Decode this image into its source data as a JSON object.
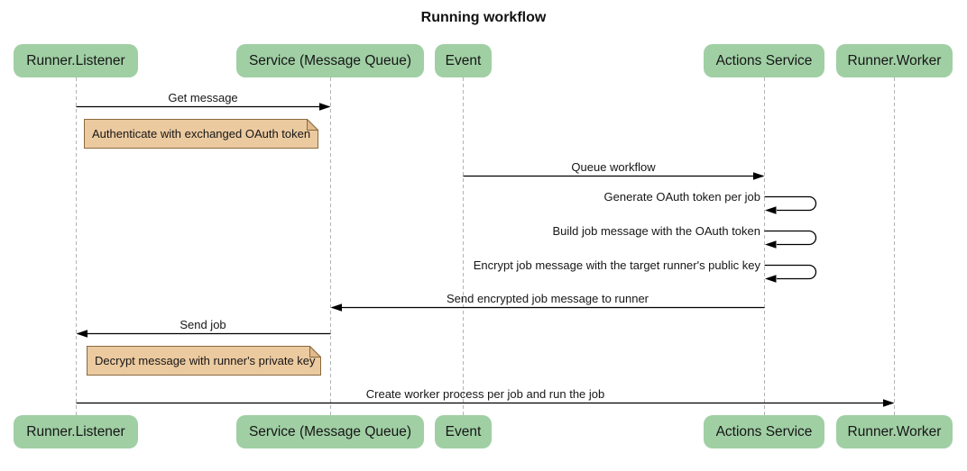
{
  "title": "Running workflow",
  "participants": [
    {
      "id": "runner-listener",
      "label": "Runner.Listener"
    },
    {
      "id": "service-message-queue",
      "label": "Service (Message Queue)"
    },
    {
      "id": "event",
      "label": "Event"
    },
    {
      "id": "actions-service",
      "label": "Actions Service"
    },
    {
      "id": "runner-worker",
      "label": "Runner.Worker"
    }
  ],
  "messages": [
    {
      "from": "Runner.Listener",
      "to": "Service (Message Queue)",
      "label": "Get message",
      "self": false
    },
    {
      "from": "Event",
      "to": "Actions Service",
      "label": "Queue workflow",
      "self": false
    },
    {
      "from": "Actions Service",
      "to": "Actions Service",
      "label": "Generate OAuth token per job",
      "self": true
    },
    {
      "from": "Actions Service",
      "to": "Actions Service",
      "label": "Build job message with the OAuth token",
      "self": true
    },
    {
      "from": "Actions Service",
      "to": "Actions Service",
      "label": "Encrypt job message with the target runner's public key",
      "self": true
    },
    {
      "from": "Actions Service",
      "to": "Service (Message Queue)",
      "label": "Send encrypted job message to runner",
      "self": false
    },
    {
      "from": "Service (Message Queue)",
      "to": "Runner.Listener",
      "label": "Send job",
      "self": false
    },
    {
      "from": "Runner.Listener",
      "to": "Runner.Worker",
      "label": "Create worker process per job and run the job",
      "self": false
    }
  ],
  "notes": [
    {
      "over": "Runner.Listener",
      "text": "Authenticate with exchanged OAuth token"
    },
    {
      "over": "Runner.Listener",
      "text": "Decrypt message with runner's private key"
    }
  ],
  "colors": {
    "participant_fill": "#a0cfa4",
    "note_fill": "#eccaa0",
    "note_border": "#8a6a3f",
    "message_line": "#000000",
    "lifeline": "#b3b3b3",
    "background": "#ffffff",
    "text": "#161616"
  }
}
